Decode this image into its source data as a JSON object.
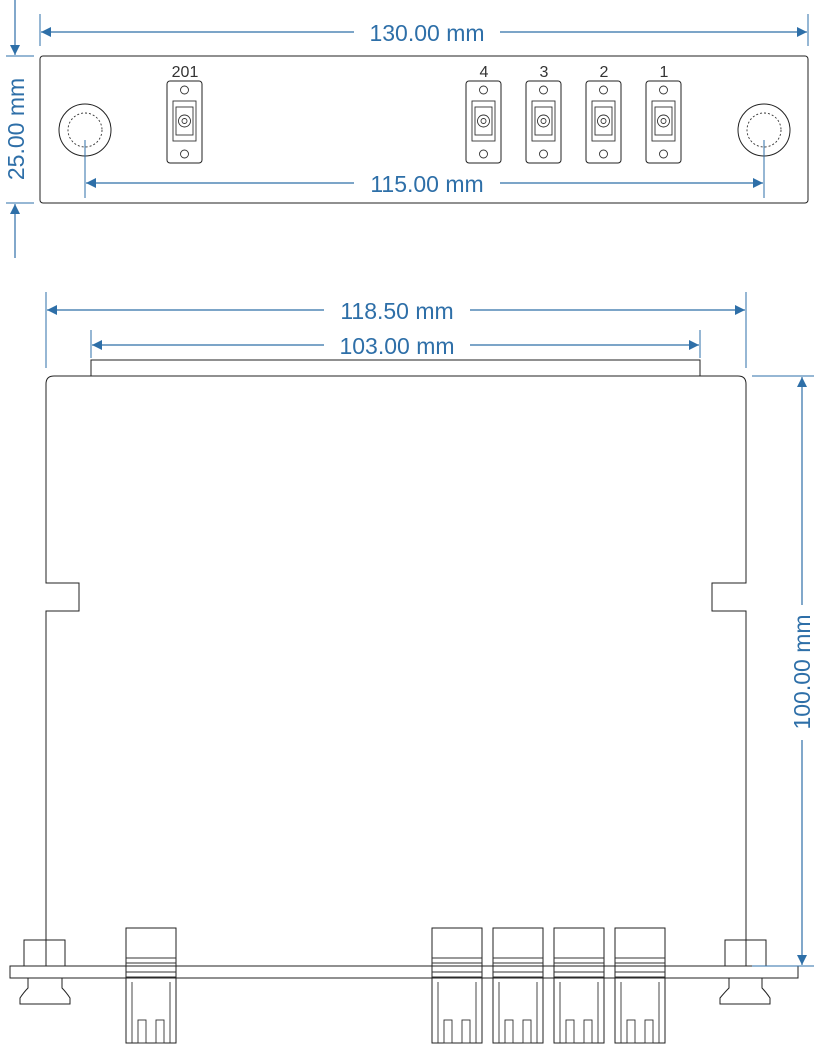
{
  "dimensions": {
    "front_panel_width": "130.00 mm",
    "front_panel_height": "25.00 mm",
    "mounting_hole_spacing": "115.00 mm",
    "module_width": "118.50 mm",
    "top_flange_width": "103.00 mm",
    "module_depth": "100.00 mm"
  },
  "ports": {
    "p201": "201",
    "p4": "4",
    "p3": "3",
    "p2": "2",
    "p1": "1"
  },
  "colors": {
    "dimension": "#2e6fa8",
    "outline": "#222222"
  }
}
